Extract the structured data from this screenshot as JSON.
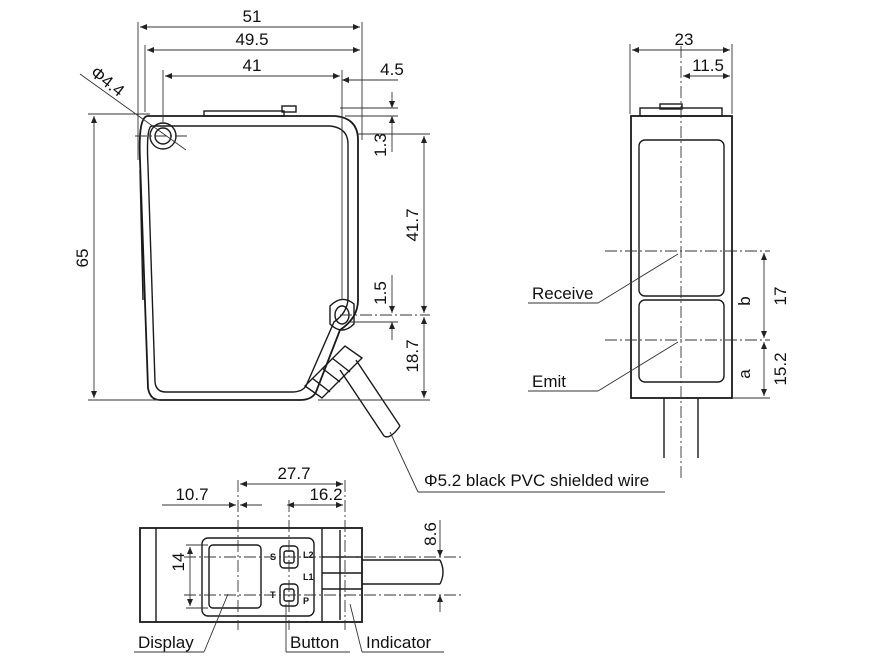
{
  "dimensions": {
    "d51": "51",
    "d49_5": "49.5",
    "d41": "41",
    "d4_5": "4.5",
    "dia44": "Φ4.4",
    "d1_3": "1.3",
    "d65": "65",
    "d41_7": "41.7",
    "d1_5": "1.5",
    "d18_7": "18.7",
    "d23": "23",
    "d11_5": "11.5",
    "d17": "17",
    "d15_2": "15.2",
    "b": "b",
    "a": "a",
    "d27_7": "27.7",
    "d10_7": "10.7",
    "d16_2": "16.2",
    "d8_6": "8.6",
    "d14": "14"
  },
  "labels": {
    "receive": "Receive",
    "emit": "Emit",
    "wire": "Φ5.2 black PVC shielded wire",
    "display": "Display",
    "button": "Button",
    "indicator": "Indicator"
  },
  "markings": {
    "set": "S",
    "teach": "T",
    "l2": "L2",
    "l1": "L1",
    "pw": "P"
  }
}
